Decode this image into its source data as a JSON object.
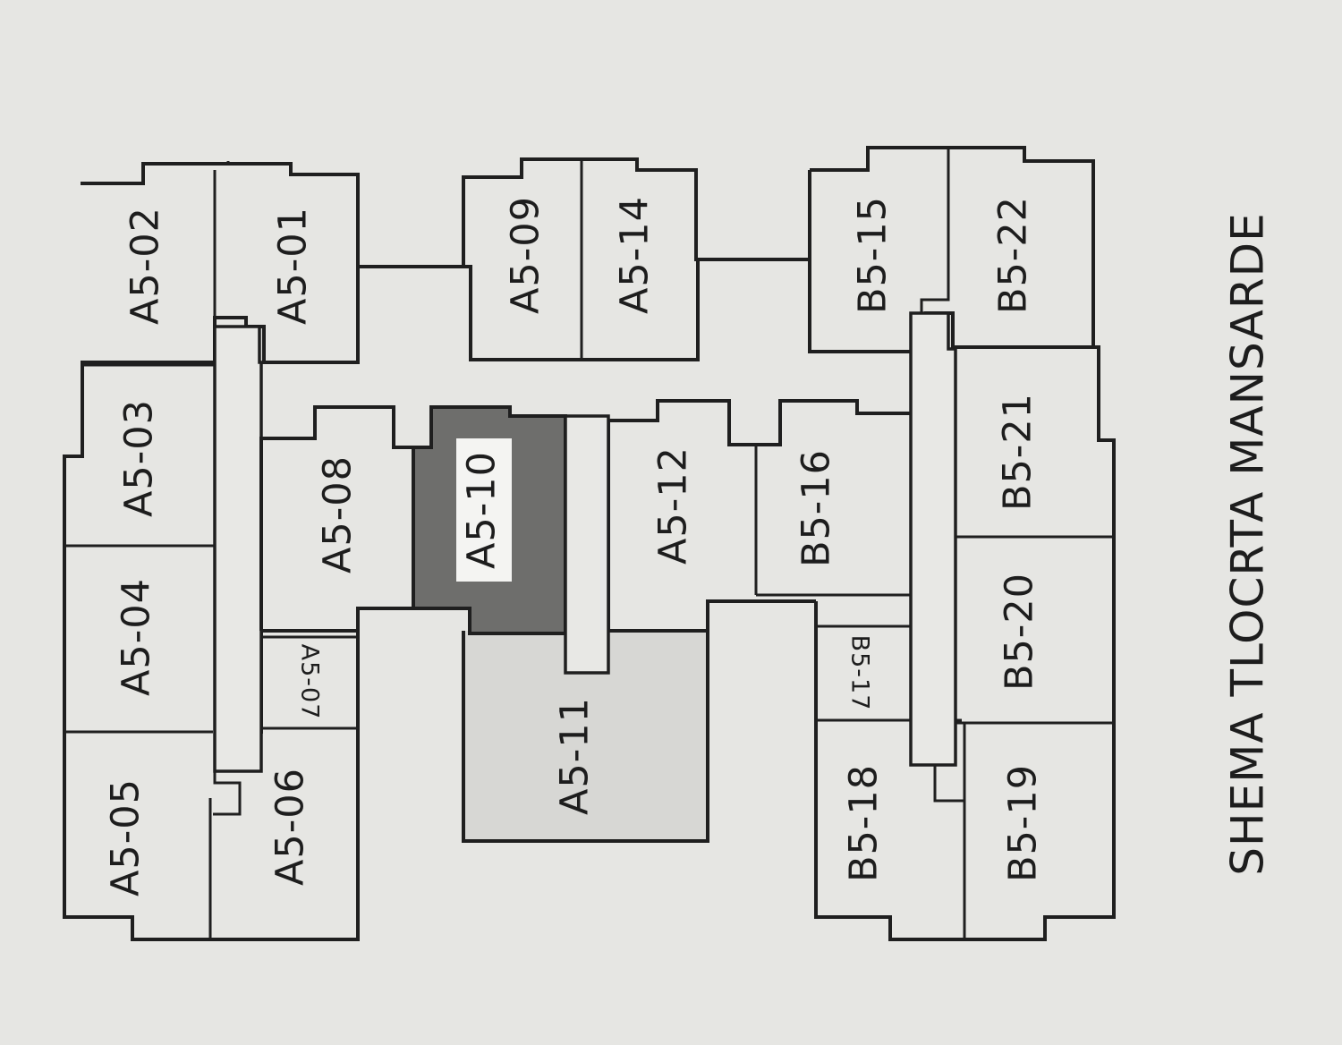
{
  "title": "SHEMA TLOCRTA MANSARDE",
  "highlighted_unit": "A5-10",
  "units": {
    "a5_01": "A5-01",
    "a5_02": "A5-02",
    "a5_03": "A5-03",
    "a5_04": "A5-04",
    "a5_05": "A5-05",
    "a5_06": "A5-06",
    "a5_07": "A5-07",
    "a5_08": "A5-08",
    "a5_09": "A5-09",
    "a5_10": "A5-10",
    "a5_11": "A5-11",
    "a5_12": "A5-12",
    "a5_14": "A5-14",
    "b5_15": "B5-15",
    "b5_16": "B5-16",
    "b5_17": "B5-17",
    "b5_18": "B5-18",
    "b5_19": "B5-19",
    "b5_20": "B5-20",
    "b5_21": "B5-21",
    "b5_22": "B5-22"
  },
  "colors": {
    "background": "#e6e6e3",
    "lines": "#1f1f1f",
    "highlight_fill": "#6e6e6c",
    "shaded_unit_fill": "#d5d5d2"
  }
}
